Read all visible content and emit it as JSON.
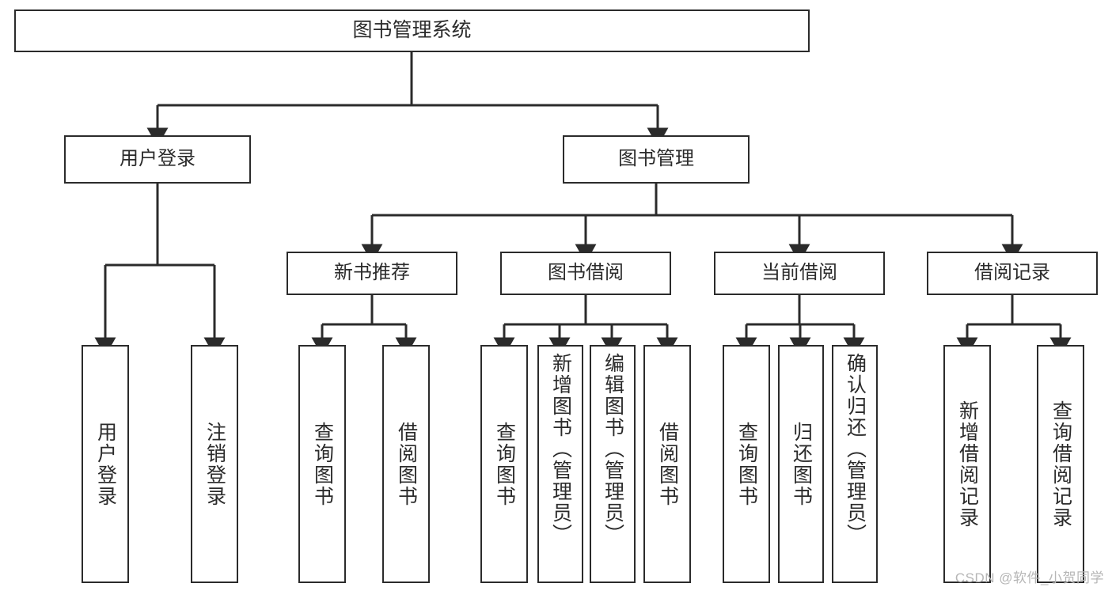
{
  "diagram": {
    "title": "图书管理系统",
    "type": "功能结构图",
    "root": {
      "label": "图书管理系统"
    },
    "level2": [
      {
        "label": "用户登录"
      },
      {
        "label": "图书管理"
      }
    ],
    "level3": [
      {
        "label": "新书推荐"
      },
      {
        "label": "图书借阅"
      },
      {
        "label": "当前借阅"
      },
      {
        "label": "借阅记录"
      }
    ],
    "leaves": [
      {
        "label": "用户登录",
        "parent": "用户登录"
      },
      {
        "label": "注销登录",
        "parent": "用户登录"
      },
      {
        "label": "查询图书",
        "parent": "新书推荐"
      },
      {
        "label": "借阅图书",
        "parent": "新书推荐"
      },
      {
        "label": "查询图书",
        "parent": "图书借阅"
      },
      {
        "label": "新增图书（管理员）",
        "parent": "图书借阅"
      },
      {
        "label": "编辑图书（管理员）",
        "parent": "图书借阅"
      },
      {
        "label": "借阅图书",
        "parent": "图书借阅"
      },
      {
        "label": "查询图书",
        "parent": "当前借阅"
      },
      {
        "label": "归还图书",
        "parent": "当前借阅"
      },
      {
        "label": "确认归还（管理员）",
        "parent": "当前借阅"
      },
      {
        "label": "新增借阅记录",
        "parent": "借阅记录"
      },
      {
        "label": "查询借阅记录",
        "parent": "借阅记录"
      }
    ]
  },
  "watermark": {
    "text": "CSDN @软件_小贺同学"
  },
  "colors": {
    "stroke": "#2b2b2b",
    "fill": "#ffffff",
    "text": "#2b2b2b",
    "watermark": "#b6b6b6"
  }
}
